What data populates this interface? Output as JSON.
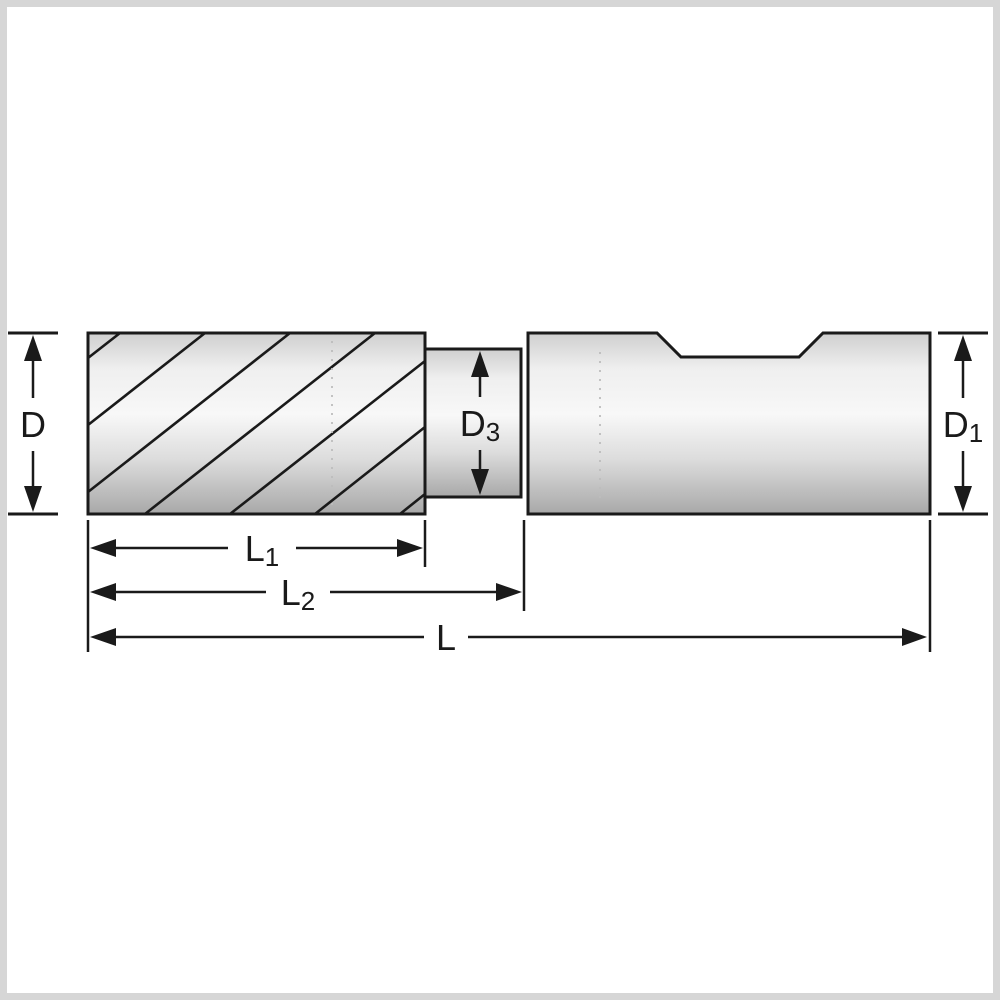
{
  "figure": {
    "kind": "technical-dimension-drawing",
    "labels": {
      "d": {
        "main": "D",
        "sub": ""
      },
      "d3": {
        "main": "D",
        "sub": "3"
      },
      "d1": {
        "main": "D",
        "sub": "1"
      },
      "l1": {
        "main": "L",
        "sub": "1"
      },
      "l2": {
        "main": "L",
        "sub": "2"
      },
      "l": {
        "main": "L",
        "sub": ""
      }
    },
    "colors": {
      "line": "#1a1a1a",
      "frame": "#d6d6d6",
      "background": "#ffffff",
      "centerline": "#bdbdbd",
      "metal_gradient": [
        "#cfcfcf",
        "#efefef",
        "#f8f8f8",
        "#dcdcdc",
        "#a8a8a8"
      ]
    }
  }
}
